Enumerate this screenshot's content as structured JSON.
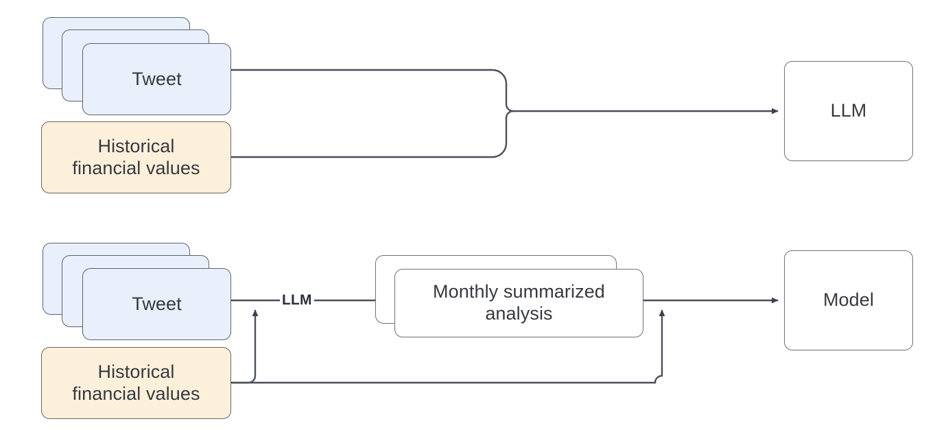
{
  "diagram": {
    "title": "LLM pipeline comparison diagram",
    "background_color": "#ffffff",
    "line_color": "#4a4f5a",
    "text_color": "#36393f",
    "flows": [
      {
        "name": "baseline-flow",
        "nodes": [
          "Tweet",
          "Historical financial values",
          "LLM"
        ]
      },
      {
        "name": "summarization-flow",
        "nodes": [
          "Tweet",
          "Historical financial values",
          "Monthly summarized analysis",
          "Model"
        ],
        "edge_labels": [
          "LLM"
        ]
      }
    ]
  },
  "top": {
    "tweet": {
      "label": "Tweet",
      "fill": "#e9f0fb",
      "stroke": "#5c6270",
      "stack_count": 3
    },
    "historical": {
      "label": "Historical\nfinancial values",
      "fill": "#fdf0db",
      "stroke": "#6b6556"
    },
    "llm": {
      "label": "LLM",
      "fill": "#ffffff",
      "stroke": "#6b6f79"
    }
  },
  "bottom": {
    "tweet": {
      "label": "Tweet",
      "fill": "#e9f0fb",
      "stroke": "#5c6270",
      "stack_count": 3
    },
    "historical": {
      "label": "Historical\nfinancial values",
      "fill": "#fdf0db",
      "stroke": "#6b6556"
    },
    "summary": {
      "label": "Monthly summarized\nanalysis",
      "fill": "#ffffff",
      "stroke": "#6b6f79",
      "stack_count": 2
    },
    "model": {
      "label": "Model",
      "fill": "#ffffff",
      "stroke": "#6b6f79"
    },
    "llm_edge_label": "LLM"
  }
}
